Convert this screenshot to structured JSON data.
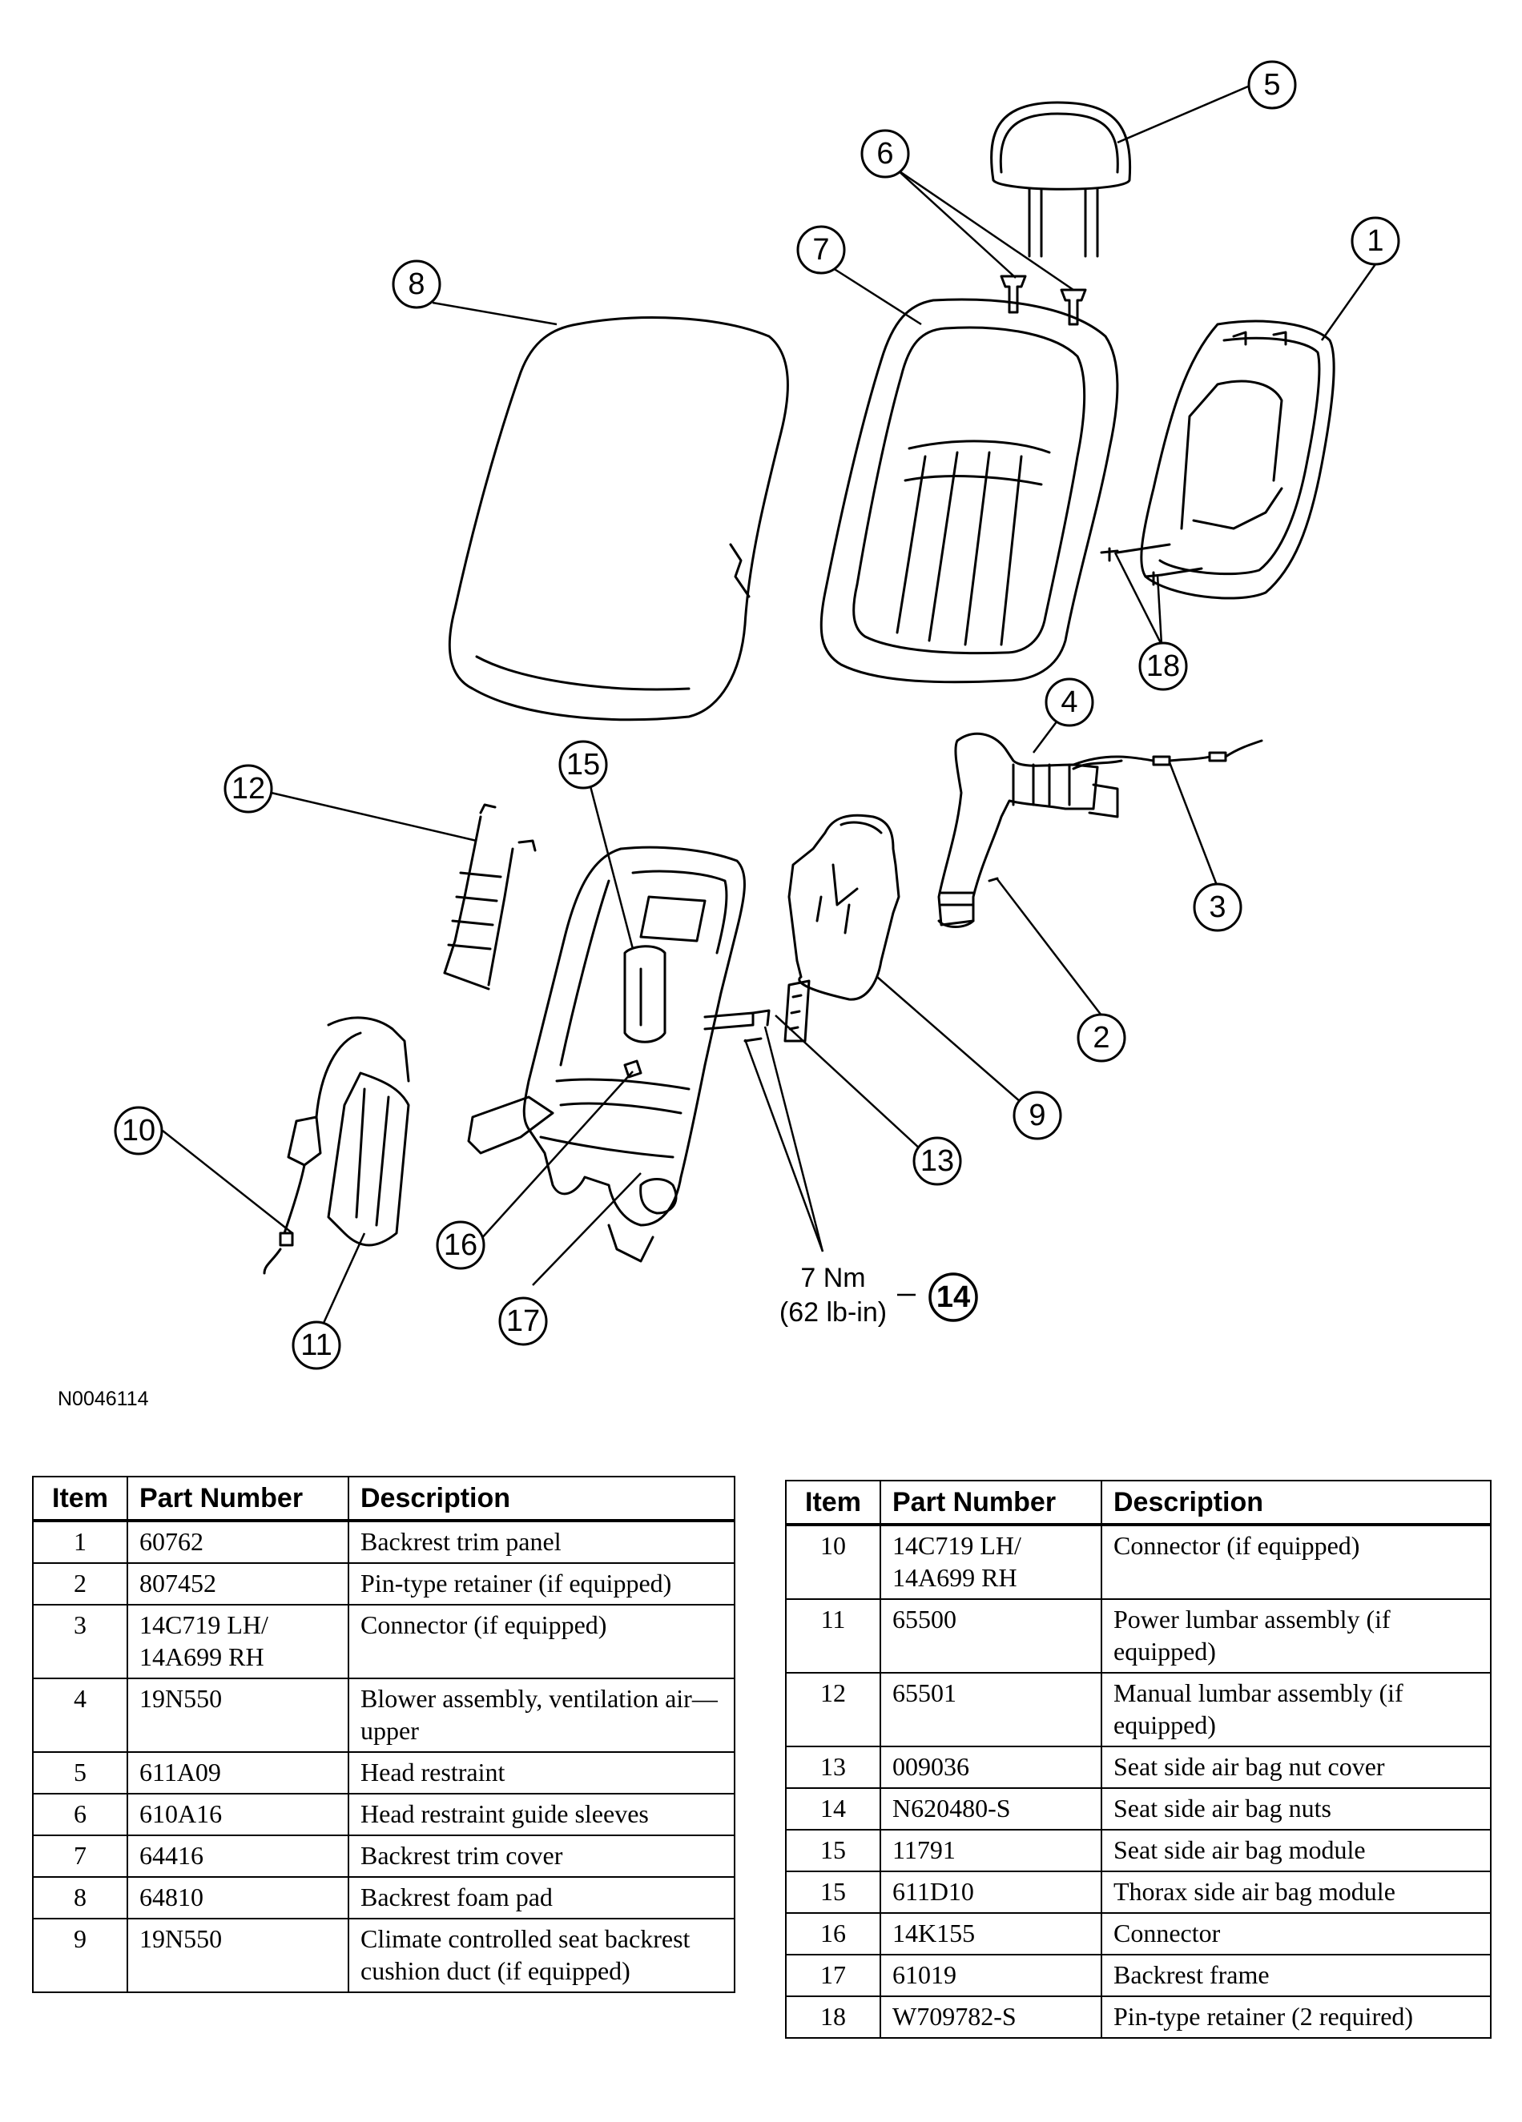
{
  "figure_id": "N0046114",
  "torque": {
    "nm": "7 Nm",
    "lbin": "(62 lb-in)"
  },
  "callouts": [
    "1",
    "2",
    "3",
    "4",
    "5",
    "6",
    "7",
    "8",
    "9",
    "10",
    "11",
    "12",
    "13",
    "14",
    "15",
    "16",
    "17",
    "18"
  ],
  "table_headers": {
    "item": "Item",
    "part_number": "Part Number",
    "description": "Description"
  },
  "parts_left": [
    {
      "item": "1",
      "part_number": "60762",
      "description": "Backrest trim panel"
    },
    {
      "item": "2",
      "part_number": "807452",
      "description": "Pin-type retainer (if equipped)"
    },
    {
      "item": "3",
      "part_number": "14C719 LH/ 14A699 RH",
      "description": "Connector (if equipped)"
    },
    {
      "item": "4",
      "part_number": "19N550",
      "description": "Blower assembly, ventilation air—upper"
    },
    {
      "item": "5",
      "part_number": "611A09",
      "description": "Head restraint"
    },
    {
      "item": "6",
      "part_number": "610A16",
      "description": "Head restraint guide sleeves"
    },
    {
      "item": "7",
      "part_number": "64416",
      "description": "Backrest trim cover"
    },
    {
      "item": "8",
      "part_number": "64810",
      "description": "Backrest foam pad"
    },
    {
      "item": "9",
      "part_number": "19N550",
      "description": "Climate controlled seat backrest cushion duct (if equipped)"
    }
  ],
  "parts_right": [
    {
      "item": "10",
      "part_number": "14C719 LH/ 14A699 RH",
      "description": "Connector (if equipped)"
    },
    {
      "item": "11",
      "part_number": "65500",
      "description": "Power lumbar assembly (if equipped)"
    },
    {
      "item": "12",
      "part_number": "65501",
      "description": "Manual lumbar assembly (if equipped)"
    },
    {
      "item": "13",
      "part_number": "009036",
      "description": "Seat side air bag nut cover"
    },
    {
      "item": "14",
      "part_number": "N620480-S",
      "description": "Seat side air bag nuts"
    },
    {
      "item": "15",
      "part_number": "11791",
      "description": "Seat side air bag module"
    },
    {
      "item": "15",
      "part_number": "611D10",
      "description": "Thorax side air bag module"
    },
    {
      "item": "16",
      "part_number": "14K155",
      "description": "Connector"
    },
    {
      "item": "17",
      "part_number": "61019",
      "description": "Backrest frame"
    },
    {
      "item": "18",
      "part_number": "W709782-S",
      "description": "Pin-type retainer (2 required)"
    }
  ]
}
